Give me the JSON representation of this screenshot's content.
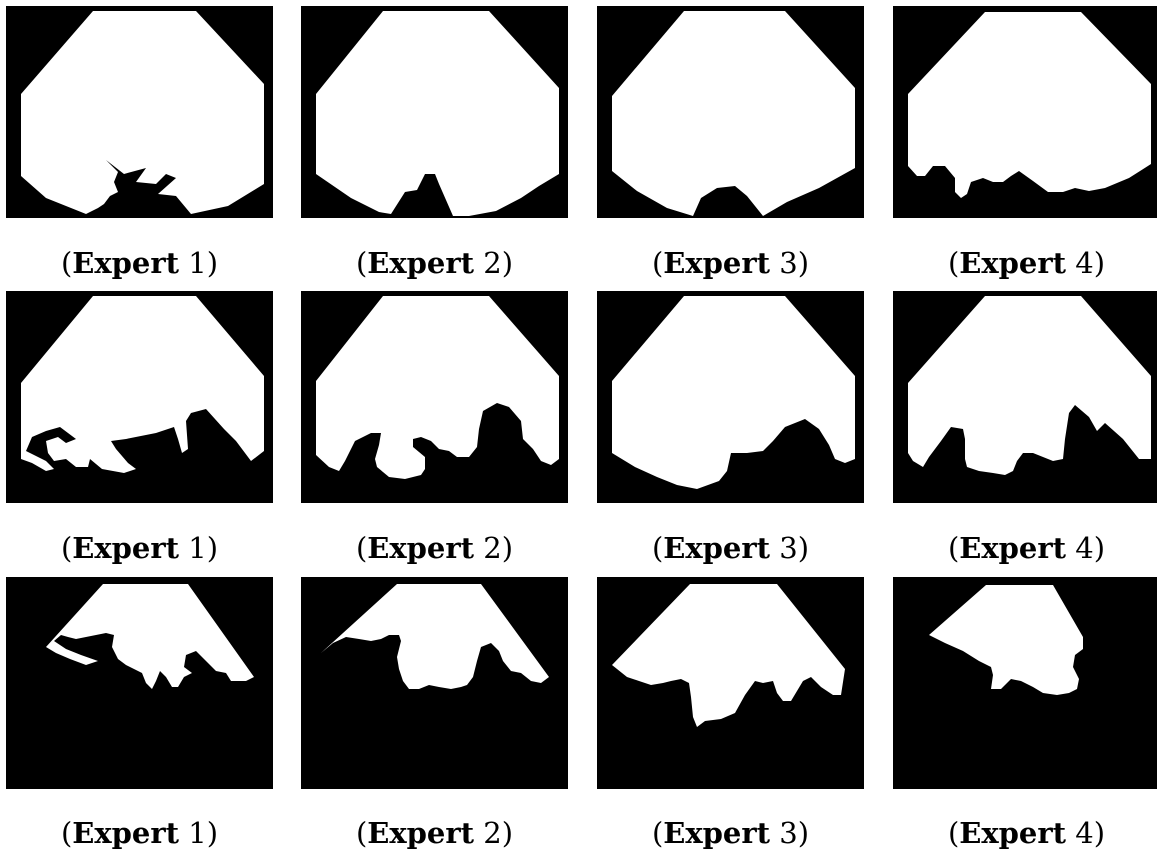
{
  "colors": {
    "background": "#000000",
    "foreground": "#ffffff"
  },
  "rows": [
    {
      "row": 1,
      "captions": [
        {
          "prefix": "(",
          "word": "Expert",
          "num": "1",
          "suffix": ")"
        },
        {
          "prefix": "(",
          "word": "Expert",
          "num": "2",
          "suffix": ")"
        },
        {
          "prefix": "(",
          "word": "Expert",
          "num": "3",
          "suffix": ")"
        },
        {
          "prefix": "(",
          "word": "Expert",
          "num": "4",
          "suffix": ")"
        }
      ]
    },
    {
      "row": 2,
      "captions": [
        {
          "prefix": "(",
          "word": "Expert",
          "num": "1",
          "suffix": ")"
        },
        {
          "prefix": "(",
          "word": "Expert",
          "num": "2",
          "suffix": ")"
        },
        {
          "prefix": "(",
          "word": "Expert",
          "num": "3",
          "suffix": ")"
        },
        {
          "prefix": "(",
          "word": "Expert",
          "num": "4",
          "suffix": ")"
        }
      ]
    },
    {
      "row": 3,
      "captions": [
        {
          "prefix": "(",
          "word": "Expert",
          "num": "1",
          "suffix": ")"
        },
        {
          "prefix": "(",
          "word": "Expert",
          "num": "2",
          "suffix": ")"
        },
        {
          "prefix": "(",
          "word": "Expert",
          "num": "3",
          "suffix": ")"
        },
        {
          "prefix": "(",
          "word": "Expert",
          "num": "4",
          "suffix": ")"
        }
      ]
    }
  ]
}
